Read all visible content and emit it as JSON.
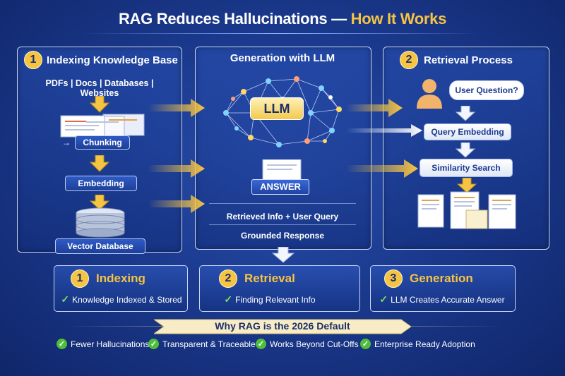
{
  "title": {
    "main": "RAG Reduces Hallucinations — ",
    "accent": "How It Works"
  },
  "indexing_panel": {
    "number": "1",
    "heading": "Indexing Knowledge Base",
    "sources": "PDFs | Docs | Databases | Websites",
    "chunking": "Chunking",
    "embedding": "Embedding",
    "vector_db": "Vector Database"
  },
  "generation_panel": {
    "heading_main": "Generation ",
    "heading_with": "with LLM",
    "llm": "LLM",
    "answer": "ANSWER",
    "retrieved": "Retrieved Info + User Query",
    "grounded": "Grounded Response"
  },
  "retrieval_panel": {
    "number": "2",
    "heading": "Retrieval Process",
    "user_question": "User Question?",
    "query_embedding": "Query Embedding",
    "similarity_search": "Similarity Search"
  },
  "steps": [
    {
      "number": "1",
      "title": "Indexing",
      "desc": "Knowledge Indexed & Stored"
    },
    {
      "number": "2",
      "title": "Retrieval",
      "desc": "Finding Relevant Info"
    },
    {
      "number": "3",
      "title": "Generation",
      "desc": "LLM Creates Accurate Answer"
    }
  ],
  "banner": "Why RAG is the 2026 Default",
  "benefits": [
    "Fewer Hallucinations",
    "Transparent & Traceable",
    "Works Beyond Cut-Offs",
    "Enterprise Ready Adoption"
  ],
  "colors": {
    "accent": "#f6c443",
    "background": "#1b3a8e",
    "check": "#4fbf3a"
  }
}
